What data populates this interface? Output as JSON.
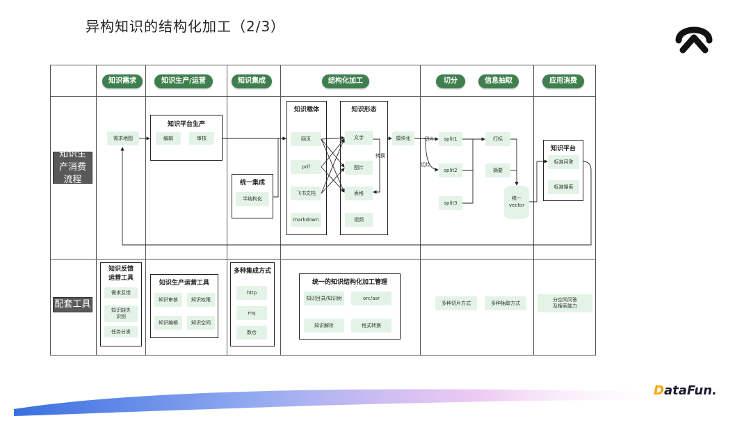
{
  "title": "异构知识的结构化加工（2/3）",
  "brand": {
    "accent_letter": "D",
    "rest": "ataFun."
  },
  "headers": [
    "知识需求",
    "知识生产/运营",
    "知识集成",
    "结构化加工",
    "切分",
    "信息抽取",
    "应用消费"
  ],
  "rows": [
    "知识生产消费流程",
    "配套工具"
  ],
  "flow": {
    "demand": "需求地图",
    "platform_prod": {
      "title": "知识平台生产",
      "items": [
        "编辑",
        "审核"
      ]
    },
    "integration": {
      "title": "统一集成",
      "item": "半结构化"
    },
    "carrier": {
      "title": "知识载体",
      "items": [
        "网页",
        "pdf",
        "飞书文档",
        "markdown"
      ]
    },
    "form": {
      "title": "知识形态",
      "items": [
        "文字",
        "图片",
        "表格",
        "视频"
      ]
    },
    "convert": "转换",
    "modular": "模块化",
    "cut1": "切片",
    "cut2": "切片",
    "splits": [
      "split1",
      "split2",
      "split3"
    ],
    "extract": [
      "打标",
      "摘要"
    ],
    "vector": [
      "统一",
      "vector"
    ],
    "app_platform": {
      "title": "知识平台",
      "items": [
        "标准问答",
        "标准搜索"
      ]
    }
  },
  "tools": {
    "feedback": {
      "title": [
        "知识反馈",
        "运营工具"
      ],
      "items": [
        "需求反馈",
        "知识缺失识别",
        "任务分发"
      ]
    },
    "ops": {
      "title": "知识生产运营工具",
      "items": [
        "知识审核",
        "知识权限",
        "知识编辑",
        "知识空间"
      ]
    },
    "integration": {
      "title": "多种集成方式",
      "items": [
        "http",
        "mq",
        "数仓"
      ]
    },
    "structured": {
      "title": "统一的知识结构化加工管理",
      "items": [
        "知识目录/知识树",
        "orc/asr",
        "知识解析",
        "格式转换"
      ]
    },
    "split_methods": "多种切片方式",
    "extract_methods": "多种抽取方式",
    "qa": [
      "分空间问答",
      "及搜索能力"
    ]
  },
  "colors": {
    "header_green": "#3f7f4e",
    "chip_green": "#e4f3e7",
    "row_label": "#595959"
  }
}
